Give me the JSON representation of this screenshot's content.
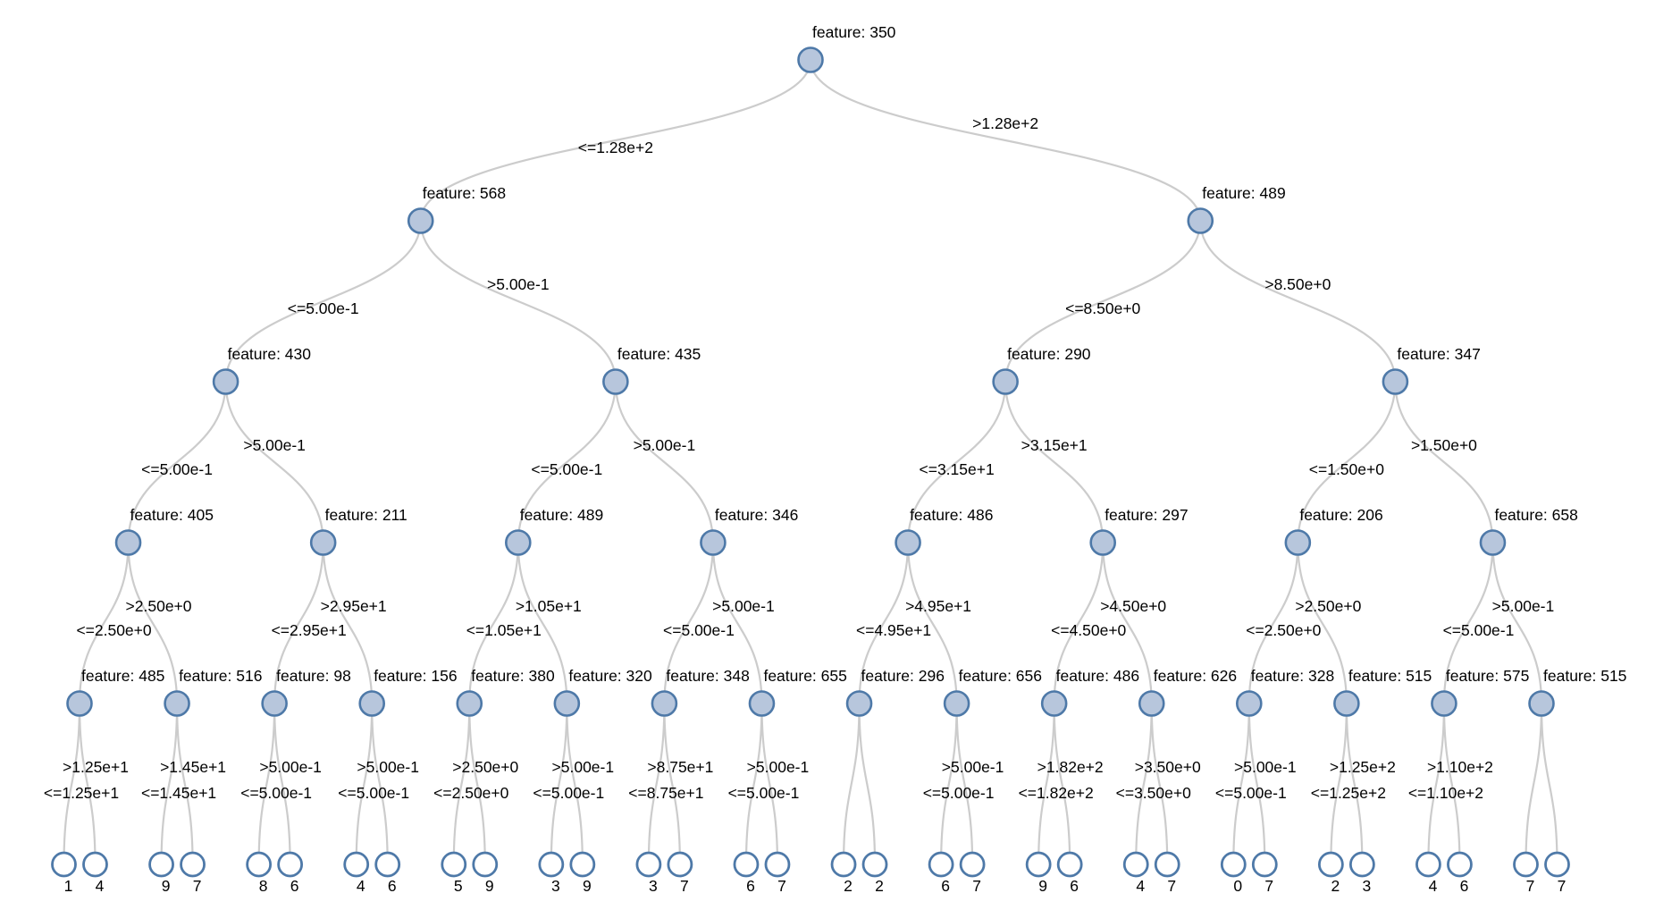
{
  "figure": {
    "background": "#ffffff",
    "node_fill": "#b7c6dc",
    "node_stroke": "#4e79a8",
    "leaf_fill": "#ffffff",
    "link_color": "#cccccc",
    "text_color": "#000000"
  },
  "tree": {
    "label": "feature: 350",
    "left_edge_label": "<=1.28e+2",
    "right_edge_label": ">1.28e+2",
    "children": [
      {
        "label": "feature: 568",
        "left_edge_label": "<=5.00e-1",
        "right_edge_label": ">5.00e-1",
        "children": [
          {
            "label": "feature: 430",
            "left_edge_label": "<=5.00e-1",
            "right_edge_label": ">5.00e-1",
            "children": [
              {
                "label": "feature: 405",
                "left_edge_label": "<=2.50e+0",
                "right_edge_label": ">2.50e+0",
                "children": [
                  {
                    "label": "feature: 485",
                    "left_edge_label": "<=1.25e+1",
                    "right_edge_label": ">1.25e+1",
                    "children": [
                      {
                        "label": "1"
                      },
                      {
                        "label": "4"
                      }
                    ]
                  },
                  {
                    "label": "feature: 516",
                    "left_edge_label": "<=1.45e+1",
                    "right_edge_label": ">1.45e+1",
                    "children": [
                      {
                        "label": "9"
                      },
                      {
                        "label": "7"
                      }
                    ]
                  }
                ]
              },
              {
                "label": "feature: 211",
                "left_edge_label": "<=2.95e+1",
                "right_edge_label": ">2.95e+1",
                "children": [
                  {
                    "label": "feature: 98",
                    "left_edge_label": "<=5.00e-1",
                    "right_edge_label": ">5.00e-1",
                    "children": [
                      {
                        "label": "8"
                      },
                      {
                        "label": "6"
                      }
                    ]
                  },
                  {
                    "label": "feature: 156",
                    "left_edge_label": "<=5.00e-1",
                    "right_edge_label": ">5.00e-1",
                    "children": [
                      {
                        "label": "4"
                      },
                      {
                        "label": "6"
                      }
                    ]
                  }
                ]
              }
            ]
          },
          {
            "label": "feature: 435",
            "left_edge_label": "<=5.00e-1",
            "right_edge_label": ">5.00e-1",
            "children": [
              {
                "label": "feature: 489",
                "left_edge_label": "<=1.05e+1",
                "right_edge_label": ">1.05e+1",
                "children": [
                  {
                    "label": "feature: 380",
                    "left_edge_label": "<=2.50e+0",
                    "right_edge_label": ">2.50e+0",
                    "children": [
                      {
                        "label": "5"
                      },
                      {
                        "label": "9"
                      }
                    ]
                  },
                  {
                    "label": "feature: 320",
                    "left_edge_label": "<=5.00e-1",
                    "right_edge_label": ">5.00e-1",
                    "children": [
                      {
                        "label": "3"
                      },
                      {
                        "label": "9"
                      }
                    ]
                  }
                ]
              },
              {
                "label": "feature: 346",
                "left_edge_label": "<=5.00e-1",
                "right_edge_label": ">5.00e-1",
                "children": [
                  {
                    "label": "feature: 348",
                    "left_edge_label": "<=8.75e+1",
                    "right_edge_label": ">8.75e+1",
                    "children": [
                      {
                        "label": "3"
                      },
                      {
                        "label": "7"
                      }
                    ]
                  },
                  {
                    "label": "feature: 655",
                    "left_edge_label": "<=5.00e-1",
                    "right_edge_label": ">5.00e-1",
                    "children": [
                      {
                        "label": "6"
                      },
                      {
                        "label": "7"
                      }
                    ]
                  }
                ]
              }
            ]
          }
        ]
      },
      {
        "label": "feature: 489",
        "left_edge_label": "<=8.50e+0",
        "right_edge_label": ">8.50e+0",
        "children": [
          {
            "label": "feature: 290",
            "left_edge_label": "<=3.15e+1",
            "right_edge_label": ">3.15e+1",
            "children": [
              {
                "label": "feature: 486",
                "left_edge_label": "<=4.95e+1",
                "right_edge_label": ">4.95e+1",
                "children": [
                  {
                    "label": "feature: 296",
                    "left_edge_label": null,
                    "right_edge_label": null,
                    "children": [
                      {
                        "label": "2"
                      },
                      {
                        "label": "2"
                      }
                    ]
                  },
                  {
                    "label": "feature: 656",
                    "left_edge_label": "<=5.00e-1",
                    "right_edge_label": ">5.00e-1",
                    "children": [
                      {
                        "label": "6"
                      },
                      {
                        "label": "7"
                      }
                    ]
                  }
                ]
              },
              {
                "label": "feature: 297",
                "left_edge_label": "<=4.50e+0",
                "right_edge_label": ">4.50e+0",
                "children": [
                  {
                    "label": "feature: 486",
                    "left_edge_label": "<=1.82e+2",
                    "right_edge_label": ">1.82e+2",
                    "children": [
                      {
                        "label": "9"
                      },
                      {
                        "label": "6"
                      }
                    ]
                  },
                  {
                    "label": "feature: 626",
                    "left_edge_label": "<=3.50e+0",
                    "right_edge_label": ">3.50e+0",
                    "children": [
                      {
                        "label": "4"
                      },
                      {
                        "label": "7"
                      }
                    ]
                  }
                ]
              }
            ]
          },
          {
            "label": "feature: 347",
            "left_edge_label": "<=1.50e+0",
            "right_edge_label": ">1.50e+0",
            "children": [
              {
                "label": "feature: 206",
                "left_edge_label": "<=2.50e+0",
                "right_edge_label": ">2.50e+0",
                "children": [
                  {
                    "label": "feature: 328",
                    "left_edge_label": "<=5.00e-1",
                    "right_edge_label": ">5.00e-1",
                    "children": [
                      {
                        "label": "0"
                      },
                      {
                        "label": "7"
                      }
                    ]
                  },
                  {
                    "label": "feature: 515",
                    "left_edge_label": "<=1.25e+2",
                    "right_edge_label": ">1.25e+2",
                    "children": [
                      {
                        "label": "2"
                      },
                      {
                        "label": "3"
                      }
                    ]
                  }
                ]
              },
              {
                "label": "feature: 658",
                "left_edge_label": "<=5.00e-1",
                "right_edge_label": ">5.00e-1",
                "children": [
                  {
                    "label": "feature: 575",
                    "left_edge_label": "<=1.10e+2",
                    "right_edge_label": ">1.10e+2",
                    "children": [
                      {
                        "label": "4"
                      },
                      {
                        "label": "6"
                      }
                    ]
                  },
                  {
                    "label": "feature: 515",
                    "left_edge_label": null,
                    "right_edge_label": null,
                    "children": [
                      {
                        "label": "7"
                      },
                      {
                        "label": "7"
                      }
                    ]
                  }
                ]
              }
            ]
          }
        ]
      }
    ]
  }
}
